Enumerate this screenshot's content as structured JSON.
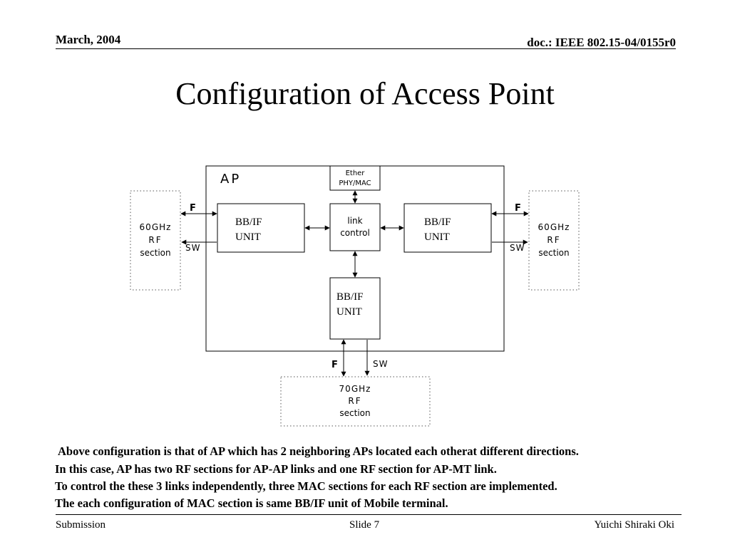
{
  "header": {
    "date": "March, 2004",
    "doc": "doc.: IEEE 802.15-04/0155r0"
  },
  "title": "Configuration of Access Point",
  "diagram": {
    "ap_label": "AP",
    "ether_box": [
      "Ether",
      "PHY/MAC"
    ],
    "link_control_box": [
      "link",
      "control"
    ],
    "bbif_left": [
      "BB/IF",
      "UNIT"
    ],
    "bbif_right": [
      "BB/IF",
      "UNIT"
    ],
    "bbif_bottom": [
      "BB/IF",
      "UNIT"
    ],
    "rf_left": [
      "60GHz",
      "RF",
      "section"
    ],
    "rf_right": [
      "60GHz",
      "RF",
      "section"
    ],
    "rf_bottom": [
      "70GHz",
      "RF",
      "section"
    ],
    "left_if_label": "F",
    "left_sw_label": "SW",
    "right_if_label": "F",
    "right_sw_label": "SW",
    "bottom_if_label": "F",
    "bottom_sw_label": "SW"
  },
  "description": [
    "Above configuration is that of AP which has 2 neighboring APs located each otherat different directions.",
    "In this case, AP has two RF sections for AP-AP links and one RF section for AP-MT link.",
    "To control the these 3 links independently,  three MAC sections for each RF section are implemented.",
    "The each configuration of MAC section  is same BB/IF unit  of Mobile terminal."
  ],
  "footer": {
    "left": "Submission",
    "center": "Slide 7",
    "right": "Yuichi Shiraki  Oki"
  }
}
